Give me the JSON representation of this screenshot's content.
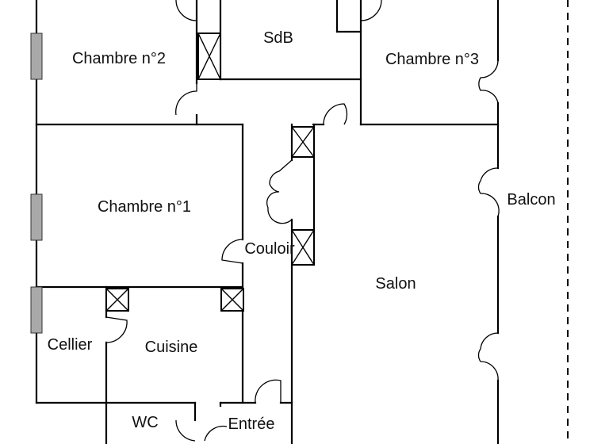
{
  "rooms": {
    "sdb": "SdB",
    "chambre2": "Chambre n°2",
    "chambre3": "Chambre n°3",
    "balcon": "Balcon",
    "chambre1": "Chambre n°1",
    "couloir": "Couloir",
    "salon": "Salon",
    "cellier": "Cellier",
    "cuisine": "Cuisine",
    "wc": "WC",
    "entree": "Entrée"
  }
}
